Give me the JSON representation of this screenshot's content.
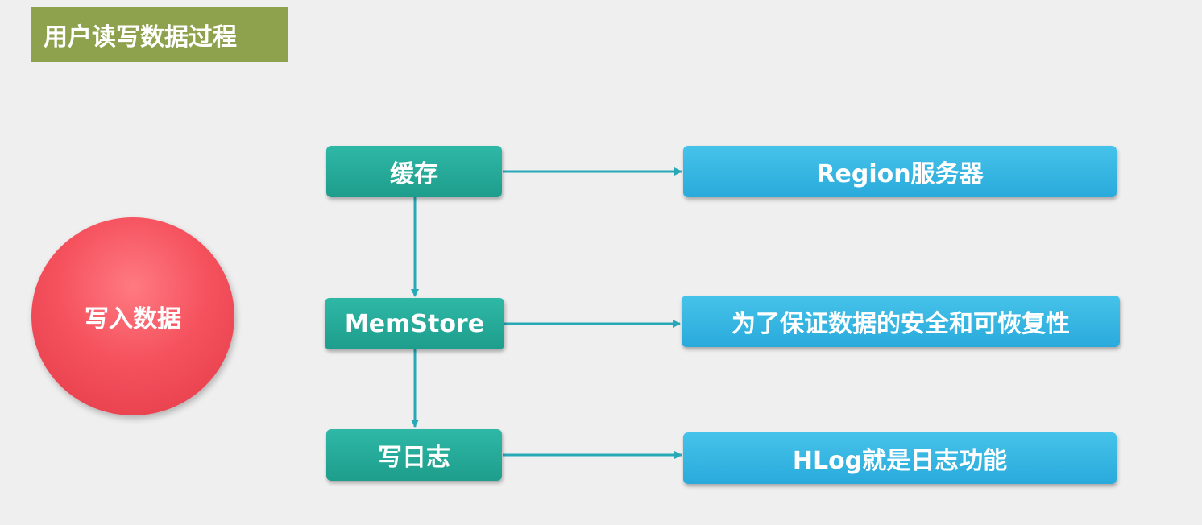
{
  "title": "用户读写数据过程",
  "center_node": "写入数据",
  "steps": [
    {
      "label": "缓存",
      "description": "Region服务器"
    },
    {
      "label": "MemStore",
      "description": "为了保证数据的安全和可恢复性"
    },
    {
      "label": "写日志",
      "description": "HLog就是日志功能"
    }
  ],
  "colors": {
    "title_bg": "#8ea24d",
    "circle": "#f5525e",
    "step_box": "#22a898",
    "desc_box": "#33b5e3",
    "connector": "#27a9b8"
  }
}
